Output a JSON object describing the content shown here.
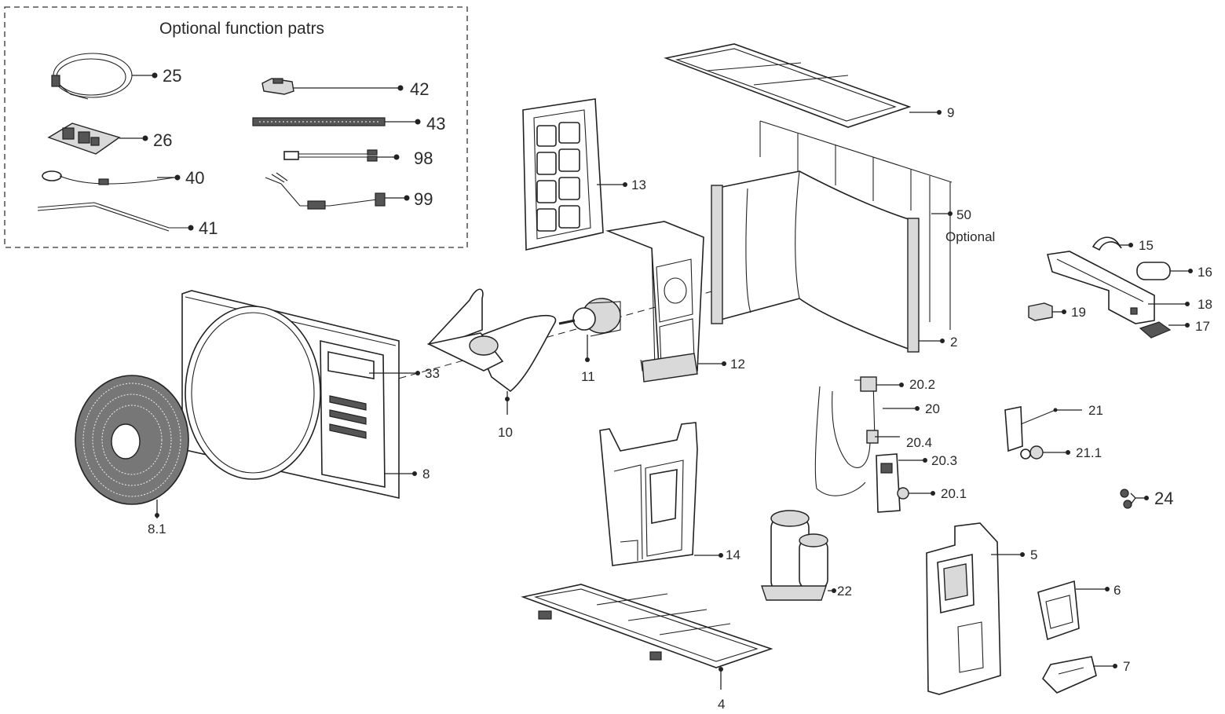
{
  "diagram": {
    "title": "Outdoor unit exploded view",
    "optional_box": {
      "title": "Optional function patrs",
      "items": [
        {
          "label": "25"
        },
        {
          "label": "26"
        },
        {
          "label": "40"
        },
        {
          "label": "41"
        },
        {
          "label": "42"
        },
        {
          "label": "43"
        },
        {
          "label": "98"
        },
        {
          "label": "99"
        }
      ]
    },
    "callouts": {
      "p9": "9",
      "p13": "13",
      "p50": "50",
      "p50_note": "Optional",
      "p2": "2",
      "p12": "12",
      "p11": "11",
      "p10": "10",
      "p33": "33",
      "p8": "8",
      "p8_1": "8.1",
      "p14": "14",
      "p4": "4",
      "p22": "22",
      "p20_2": "20.2",
      "p20": "20",
      "p20_4": "20.4",
      "p20_3": "20.3",
      "p20_1": "20.1",
      "p21": "21",
      "p21_1": "21.1",
      "p24": "24",
      "p15": "15",
      "p16": "16",
      "p18": "18",
      "p19": "19",
      "p17": "17",
      "p5": "5",
      "p6": "6",
      "p7": "7"
    }
  }
}
